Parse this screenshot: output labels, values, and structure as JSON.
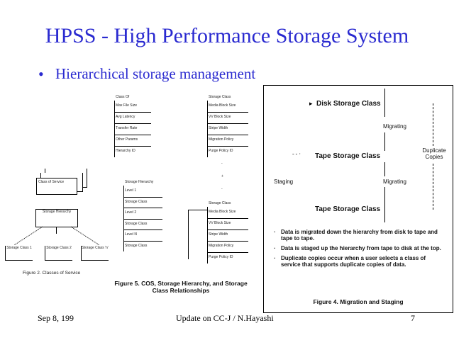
{
  "slide": {
    "title": "HPSS - High Performance Storage System",
    "bullet": "Hierarchical storage management",
    "footer": {
      "date": "Sep 8, 199",
      "center": "Update on CC-J / N.Hayashi",
      "page": "7"
    },
    "title_color": "#2a2ad0"
  },
  "fig2": {
    "cos": "Class of Service",
    "hier": "Storage Hierarchy",
    "sc1": "Storage Class 1",
    "sc2": "Storage Class 2",
    "scn": "Storage Class 'n'",
    "caption": "Figure 2. Classes of Service"
  },
  "fig5": {
    "cos_title": "Class Of",
    "cos_rows": [
      "Max File Size",
      "Avg Latency",
      "Transfer Rate",
      "Other Params",
      "Hierarchy ID"
    ],
    "sc_title": "Storage Class",
    "sc_rows": [
      "Media Block Size",
      "VV Block Size",
      "Stripe Width",
      "Migration Policy",
      "Purge Policy ID"
    ],
    "hier_title": "Storage Hierarchy",
    "hier_rows": [
      "Level 1",
      "Storage Class",
      "Level 2",
      "Storage Class",
      "Level N",
      "Storage Class"
    ],
    "sc2_title": "Storage Class",
    "sc2_rows": [
      "Media Block Size",
      "VV Block Size",
      "Stripe Width",
      "Migration Policy",
      "Purge Policy ID"
    ],
    "caption": "Figure 5. COS, Storage Hierarchy, and Storage Class Relationships"
  },
  "fig4": {
    "disk": "Disk Storage Class",
    "tape1": "Tape Storage Class",
    "tape2": "Tape Storage Class",
    "migrating1": "Migrating",
    "migrating2": "Migrating",
    "staging": "Staging",
    "duplicate": "Duplicate Copies",
    "bullets": [
      "Data is migrated down the hierarchy from disk to tape and tape to tape.",
      "Data is staged up the hierarchy from tape to disk at the top.",
      "Duplicate copies occur when a user selects a class of service that supports duplicate copies of data."
    ],
    "caption": "Figure 4.  Migration and Staging"
  }
}
